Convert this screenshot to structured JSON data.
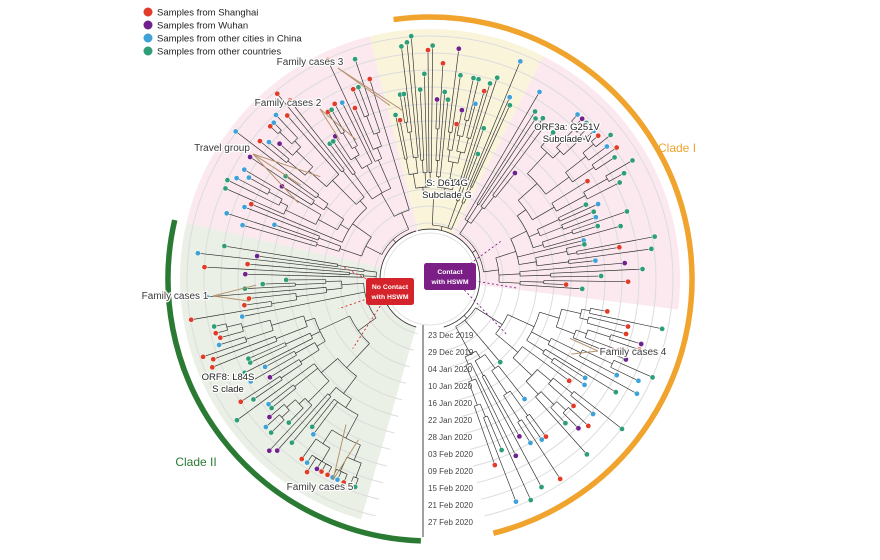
{
  "figure": {
    "type": "circular time-scaled phylogenetic tree"
  },
  "palette": {
    "shanghai_red": "#e23b28",
    "wuhan_purple": "#70218d",
    "china_blue": "#3ea2d9",
    "other_green": "#2d9e77",
    "clade1_orange": "#f0a32d",
    "clade2_green": "#2a7a34",
    "annotation_tan": "#b38f68",
    "no_contact_red": "#d5232b",
    "contact_purple": "#7b1f87"
  },
  "legend": {
    "items": [
      {
        "label": "Samples from Shanghai",
        "color": "#e23b28"
      },
      {
        "label": "Samples from Wuhan",
        "color": "#70218d"
      },
      {
        "label": "Samples from other cities in China",
        "color": "#3ea2d9"
      },
      {
        "label": "Samples from other countries",
        "color": "#2d9e77"
      }
    ]
  },
  "clades": {
    "clade1": {
      "label": "Clade I",
      "color": "#f0a32d",
      "arc": {
        "start": -8,
        "end": 166
      }
    },
    "clade2": {
      "label": "Clade II",
      "color": "#2a7a34",
      "arc": {
        "start": -178,
        "end": -77
      }
    }
  },
  "center": {
    "no_contact": {
      "line1": "No Contact",
      "line2": "with HSWM",
      "color": "#d5232b"
    },
    "contact": {
      "line1": "Contact",
      "line2": "with HSWM",
      "color": "#7b1f87"
    }
  },
  "timeline": {
    "dates": [
      "23 Dec 2019",
      "29 Dec 2019",
      "04 Jan 2020",
      "10 Jan 2020",
      "16 Jan 2020",
      "22 Jan 2020",
      "28 Jan 2020",
      "03 Feb 2020",
      "09 Feb 2020",
      "15 Feb 2020",
      "21 Feb 2020",
      "27 Feb 2020"
    ]
  },
  "annotations": {
    "family_cases_1": {
      "label": "Family cases 1",
      "line_from": [
        213,
        296
      ],
      "targets": [
        {
          "angle": -97,
          "r": 182
        },
        {
          "angle": -92,
          "r": 174
        }
      ]
    },
    "family_cases_2": {
      "label": "Family cases 2",
      "line_from": [
        320,
        109
      ],
      "targets": [
        {
          "angle": -33,
          "r": 166
        },
        {
          "angle": -28,
          "r": 158
        }
      ]
    },
    "family_cases_3": {
      "label": "Family cases 3",
      "line_from": [
        338,
        68
      ],
      "targets": [
        {
          "angle": -13,
          "r": 178
        },
        {
          "angle": -9,
          "r": 170
        }
      ]
    },
    "family_cases_4": {
      "label": "Family cases 4",
      "line_from": [
        598,
        351
      ],
      "targets": [
        {
          "angle": 113,
          "r": 152
        },
        {
          "angle": 118,
          "r": 160
        }
      ]
    },
    "family_cases_5": {
      "label": "Family cases 5",
      "line_from": [
        333,
        480
      ],
      "targets": [
        {
          "angle": -156,
          "r": 176
        },
        {
          "angle": -150,
          "r": 168
        }
      ]
    },
    "travel_group": {
      "label": "Travel group",
      "line_from": [
        253,
        154
      ],
      "targets": [
        {
          "angle": -60,
          "r": 152
        },
        {
          "angle": -54,
          "r": 160
        },
        {
          "angle": -47,
          "r": 150
        }
      ]
    }
  },
  "subclades": {
    "subclade_v": {
      "line1": "ORF3a: G251V",
      "line2": "Subclade V"
    },
    "subclade_g": {
      "line1": "S: D614G",
      "line2": "Subclade G"
    },
    "s_clade": {
      "line1": "ORF8: L84S",
      "line2": "S clade"
    }
  },
  "tree": {
    "seed": 42,
    "sectors": [
      {
        "name": "top-subclade-g",
        "a0": -14,
        "a1": 27,
        "bg": "#faf4da",
        "tips": 30,
        "mix": {
          "green": 0.6,
          "red": 0.16,
          "blue": 0.14,
          "purple": 0.1
        }
      },
      {
        "name": "right-subclade-v",
        "a0": 27,
        "a1": 97,
        "bg": "#fbe9ef",
        "tips": 40,
        "mix": {
          "green": 0.55,
          "red": 0.2,
          "blue": 0.17,
          "purple": 0.08
        }
      },
      {
        "name": "lower-right",
        "a0": 97,
        "a1": 164,
        "bg": null,
        "tips": 36,
        "mix": {
          "green": 0.32,
          "red": 0.3,
          "blue": 0.24,
          "purple": 0.14
        }
      },
      {
        "name": "left-s-clade",
        "a0": 196,
        "a1": 283,
        "bg": "#eaf0e5",
        "tips": 52,
        "mix": {
          "red": 0.32,
          "blue": 0.26,
          "green": 0.28,
          "purple": 0.14
        }
      },
      {
        "name": "upper-left",
        "a0": 283,
        "a1": 346,
        "bg": "#fbe9ef",
        "tips": 36,
        "mix": {
          "red": 0.34,
          "green": 0.3,
          "blue": 0.28,
          "purple": 0.08
        }
      }
    ]
  }
}
